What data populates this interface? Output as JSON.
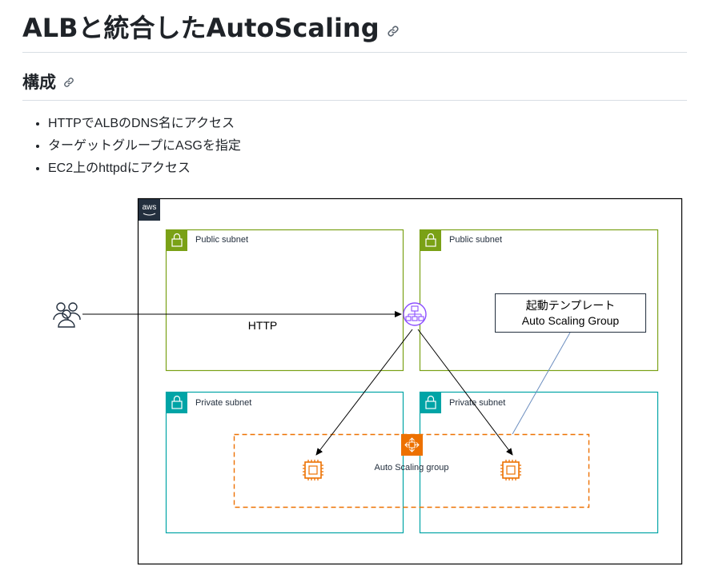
{
  "heading": {
    "title": "ALBと統合したAutoScaling",
    "subtitle": "構成"
  },
  "bullets": [
    "HTTPでALBのDNS名にアクセス",
    "ターゲットグループにASGを指定",
    "EC2上のhttpdにアクセス"
  ],
  "diagram": {
    "aws_badge": "aws",
    "subnets": {
      "public_left": "Public subnet",
      "public_right": "Public subnet",
      "private_left": "Private subnet",
      "private_right": "Private subnet"
    },
    "arrow_label": "HTTP",
    "note_line1": "起動テンプレート",
    "note_line2": "Auto Scaling Group",
    "asg_label": "Auto Scaling group",
    "colors": {
      "public": "#7aa116",
      "private": "#00a4a6",
      "asg": "#ed7100",
      "alb": "#8c4fff",
      "aws_badge": "#232f3e"
    },
    "icons": [
      "users-icon",
      "alb-icon",
      "auto-scaling-icon",
      "ec2-instance-icon",
      "ec2-instance-icon",
      "lock-icon"
    ]
  }
}
